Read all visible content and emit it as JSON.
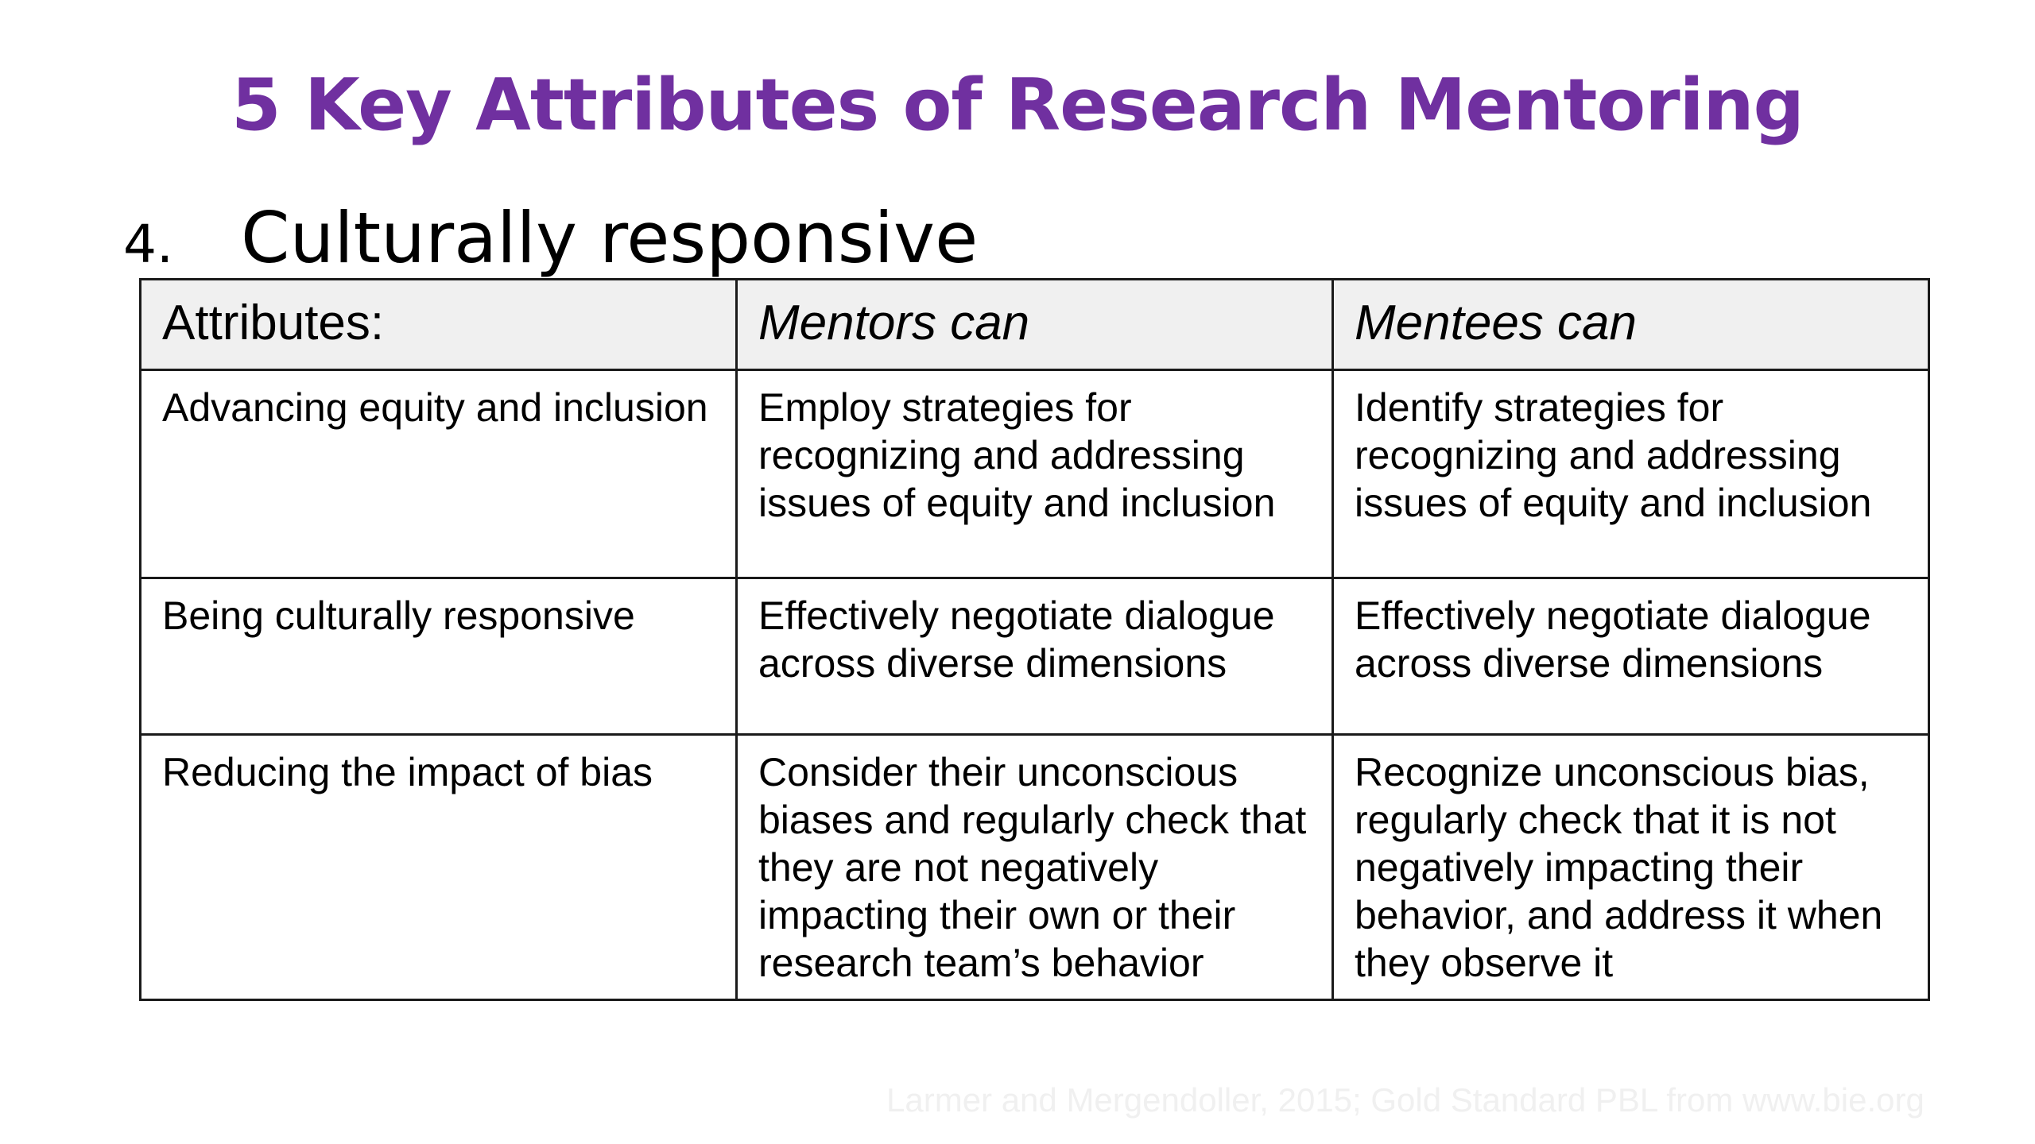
{
  "slide": {
    "title": "5 Key Attributes of Research Mentoring",
    "subheading": {
      "number": "4.",
      "text": "Culturally responsive"
    }
  },
  "table": {
    "headers": [
      "Attributes:",
      "Mentors can",
      "Mentees can"
    ],
    "rows": [
      {
        "attribute": "Advancing equity and inclusion",
        "mentors": "Employ strategies for recognizing and addressing issues of equity and inclusion",
        "mentees": "Identify strategies for recognizing and addressing issues of equity and inclusion"
      },
      {
        "attribute": "Being culturally responsive",
        "mentors": "Effectively negotiate dialogue across diverse dimensions",
        "mentees": "Effectively negotiate dialogue across diverse dimensions"
      },
      {
        "attribute": "Reducing the impact of bias",
        "mentors": "Consider their unconscious biases and regularly check that they are not negatively impacting their own or their research team’s behavior",
        "mentees": "Recognize unconscious bias, regularly check that it is not negatively impacting their behavior, and address it when they observe it"
      }
    ]
  },
  "citation": "Larmer and Mergendoller, 2015; Gold Standard PBL from www.bie.org",
  "colors": {
    "title": "#7030A0",
    "header_background": "#f0f0f0",
    "border": "#1a1a1a",
    "citation": "#f0f0f0"
  }
}
